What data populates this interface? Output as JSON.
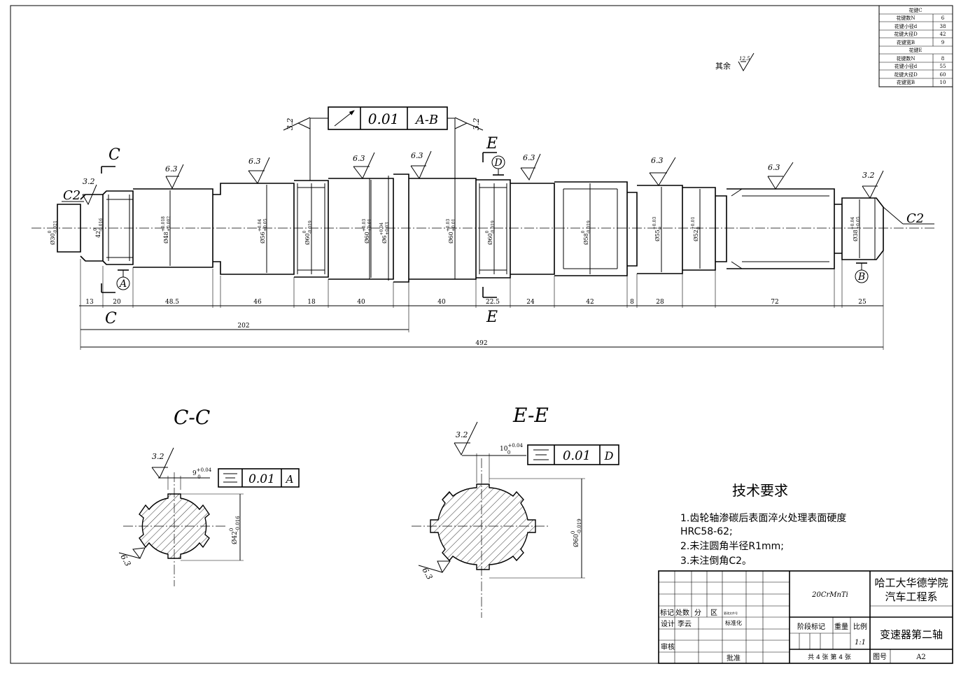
{
  "spline_table": {
    "c_header": "花键C",
    "c_rows": [
      {
        "label": "花键数N",
        "value": "6"
      },
      {
        "label": "花键小径d",
        "value": "38"
      },
      {
        "label": "花键大径D",
        "value": "42"
      },
      {
        "label": "花键宽B",
        "value": "9"
      }
    ],
    "e_header": "花键E",
    "e_rows": [
      {
        "label": "花键数N",
        "value": "8"
      },
      {
        "label": "花键小径d",
        "value": "55"
      },
      {
        "label": "花键大径D",
        "value": "60"
      },
      {
        "label": "花键宽B",
        "value": "10"
      }
    ]
  },
  "general_roughness": {
    "label": "其余",
    "value": "12.5"
  },
  "main_view": {
    "runout_frame": {
      "tolerance": "0.01",
      "datum": "A-B"
    },
    "roughness": [
      "3.2",
      "3.2",
      "3.2",
      "6.3",
      "6.3",
      "6.3",
      "6.3",
      "6.3",
      "6.3",
      "6.3",
      "3.2"
    ],
    "chamfers": [
      "C2",
      "C2"
    ],
    "section_marks": [
      "C",
      "C",
      "E",
      "E"
    ],
    "datums": [
      "A",
      "B",
      "D"
    ],
    "diameters": [
      {
        "nominal": "Ø30",
        "upper": "0",
        "lower": "-0.021"
      },
      {
        "nominal": "42",
        "upper": "0",
        "lower": "-0.016"
      },
      {
        "nominal": "Ø48",
        "upper": "+0.018",
        "lower": "+0.002"
      },
      {
        "nominal": "Ø56",
        "upper": "+0.04",
        "lower": "+0.05"
      },
      {
        "nominal": "Ø60",
        "upper": "0",
        "lower": "-0.019"
      },
      {
        "nominal": "Ø60",
        "upper": "+0.03",
        "lower": "+0.01"
      },
      {
        "nominal": "Ø6",
        "upper": "+0.04",
        "lower": "+0.03"
      },
      {
        "nominal": "Ø60",
        "upper": "+0.03",
        "lower": "+0.01"
      },
      {
        "nominal": "Ø60",
        "upper": "0",
        "lower": "-0.019"
      },
      {
        "nominal": "Ø58",
        "upper": "0",
        "lower": "-0.019"
      },
      {
        "nominal": "Ø55",
        "upper": "+0.03",
        "lower": "0"
      },
      {
        "nominal": "Ø52",
        "upper": "+0.01",
        "lower": "0"
      },
      {
        "nominal": "Ø38",
        "upper": "+0.04",
        "lower": "+0.05"
      }
    ],
    "lengths": [
      "13",
      "20",
      "48.5",
      "46",
      "18",
      "40",
      "40",
      "22.5",
      "24",
      "42",
      "8",
      "28",
      "72",
      "25"
    ],
    "total_202": "202",
    "total_492": "492"
  },
  "section_cc": {
    "title": "C-C",
    "roughness_top": "3.2",
    "roughness_side": "6.3",
    "width_nominal": "9",
    "width_upper": "+0.04",
    "width_lower": "0",
    "frame_tol": "0.01",
    "frame_datum": "A",
    "dia_nominal": "Ø42",
    "dia_upper": "0",
    "dia_lower": "-0.016"
  },
  "section_ee": {
    "title": "E-E",
    "roughness_top": "3.2",
    "roughness_side": "6.3",
    "width_nominal": "10",
    "width_upper": "+0.04",
    "width_lower": "0",
    "frame_tol": "0.01",
    "frame_datum": "D",
    "dia_nominal": "Ø60",
    "dia_upper": "0",
    "dia_lower": "-0.019"
  },
  "tech_requirements": {
    "title": "技术要求",
    "line1": "1.齿轮轴渗碳后表面淬火处理表面硬度",
    "line1b": "HRC58-62;",
    "line2": "2.未注圆角半径R1mm;",
    "line3": "3.未注倒角C2。"
  },
  "title_block": {
    "material": "20CrMnTi",
    "school": "哈工大华德学院",
    "dept": "汽车工程系",
    "part_name": "变速器第二轴",
    "rev_row": {
      "c1": "标记",
      "c2": "处数",
      "c3": "分",
      "c4": "区",
      "c5": "更改文件号"
    },
    "designer_label": "设计",
    "designer": "李云",
    "std_label": "标准化",
    "review_label": "审核",
    "approve_label": "批准",
    "stage_label": "阶段标记",
    "weight_label": "重量",
    "scale_label": "比例",
    "scale": "1:1",
    "sheets": "共 4 张  第 4 张",
    "drawing_no_label": "图号",
    "drawing_no": "A2"
  }
}
